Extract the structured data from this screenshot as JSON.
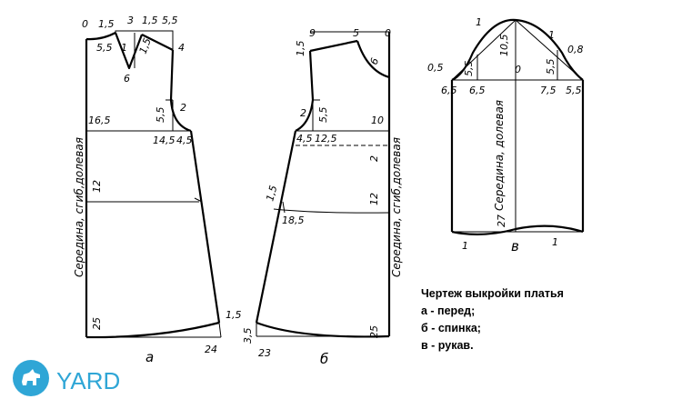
{
  "front": {
    "caption": "а",
    "fold_label": "Середина, сгиб,долевая",
    "labels": [
      "0",
      "1,5",
      "3",
      "1,5",
      "5,5",
      "5,5",
      "1",
      "1,5",
      "4",
      "6",
      "2",
      "5,5",
      "16,5",
      "14,5",
      "4,5",
      "12",
      "1,5",
      "25",
      "24"
    ]
  },
  "back": {
    "caption": "б",
    "fold_label": "Середина, сгиб,долевая",
    "labels": [
      "9",
      "5",
      "0",
      "1,5",
      "6",
      "2",
      "5,5",
      "10",
      "4,5",
      "12,5",
      "2",
      "1,5",
      "12",
      "18,5",
      "3,5",
      "25",
      "23"
    ]
  },
  "sleeve": {
    "caption": "в",
    "fold_label": "Середина, долевая",
    "labels": [
      "1",
      "1",
      "10,5",
      "0",
      "0,5",
      "5,5",
      "5,5",
      "0,8",
      "6,5",
      "6,5",
      "7,5",
      "5,5",
      "27",
      "1",
      "1"
    ]
  },
  "legend": {
    "title": "Чертеж выкройки платья",
    "items": [
      "а - перед;",
      "б - спинка;",
      "в - рукав."
    ]
  },
  "logo": {
    "text": "YARD",
    "color": "#2fa6d6"
  }
}
